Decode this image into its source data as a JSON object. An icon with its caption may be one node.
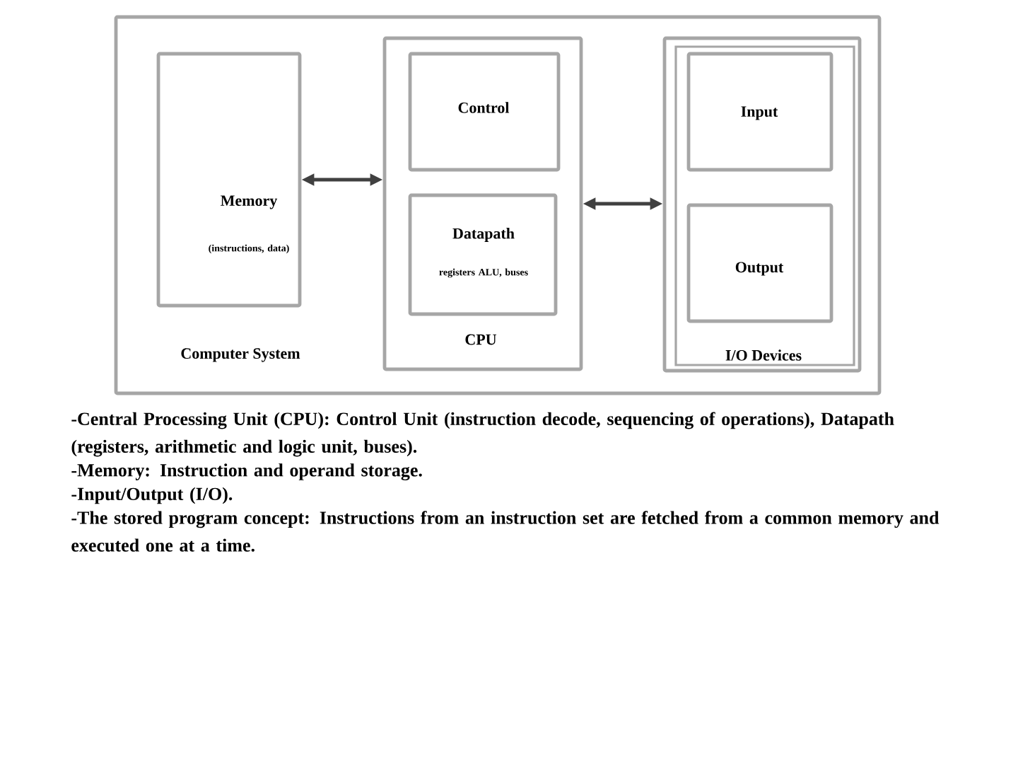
{
  "diagram": {
    "nodes": [
      {
        "text": [
          "Computer System"
        ]
      },
      {
        "text": [
          "Memory",
          "(instructions, data)"
        ],
        "in": 0
      },
      {
        "text": [
          "CPU"
        ],
        "in": 0
      },
      {
        "text": [
          "Control"
        ],
        "in": 2
      },
      {
        "text": [
          "Datapath",
          "registers ALU, buses"
        ],
        "in": 2
      },
      {
        "text": [
          "I/O Devices"
        ],
        "in": 0
      },
      {
        "text": [
          "Input"
        ],
        "in": 5
      },
      {
        "text": [
          "Output"
        ],
        "in": 5
      }
    ],
    "edges": [
      {
        "from": 1,
        "to": 2,
        "arrow": "both"
      },
      {
        "from": 2,
        "to": 5,
        "arrow": "both"
      }
    ],
    "labels": [
      "-Central Processing Unit (CPU): Control Unit (instruction decode, sequencing of operations), Datapath (registers, arithmetic and logic unit, buses).",
      "-Memory:  Instruction and operand storage.",
      "-Input/Output (I/O).",
      "-The stored program concept:  Instructions from an instruction set are fetched from a common memory and executed one at a time."
    ]
  }
}
